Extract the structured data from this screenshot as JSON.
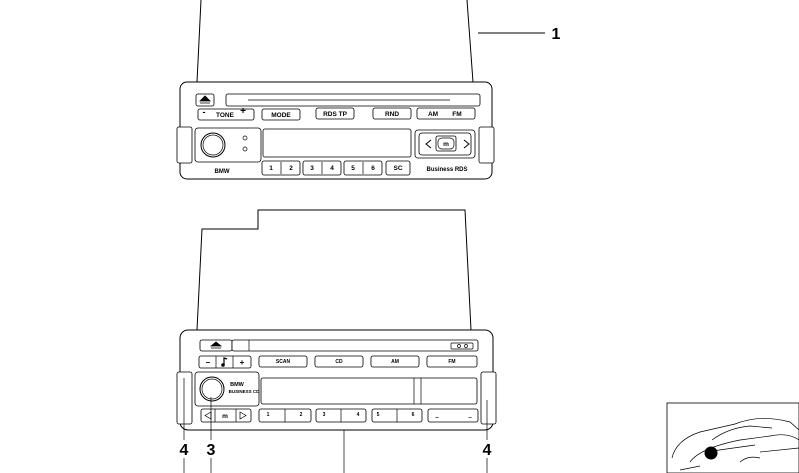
{
  "callouts": [
    "1",
    "4",
    "3",
    "4"
  ],
  "radio_top": {
    "buttons": [
      "TONE",
      "MODE",
      "RDS TP",
      "RND",
      "AM",
      "FM"
    ],
    "minus": "-",
    "plus": "+",
    "presets": [
      "1",
      "2",
      "3",
      "4",
      "5",
      "6"
    ],
    "sc": "SC",
    "select_button": "m",
    "brand": "BMW",
    "model": "Business RDS"
  },
  "radio_bottom": {
    "minus": "–",
    "plus": "+",
    "buttons": [
      "SCAN",
      "CD",
      "AM",
      "FM"
    ],
    "brand": "BMW",
    "model": "BUSINESS CD",
    "select_button": "m",
    "presets": [
      "1",
      "2",
      "3",
      "4",
      "5",
      "6"
    ],
    "dashes": [
      "–",
      "–"
    ]
  }
}
